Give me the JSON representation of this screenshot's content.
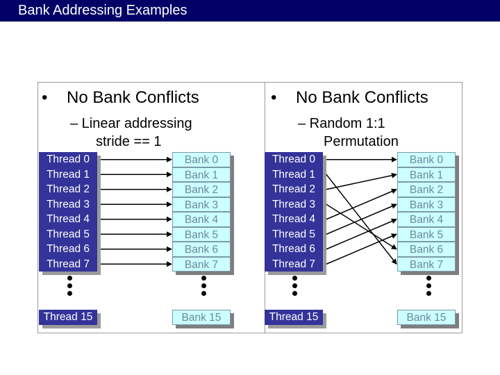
{
  "title": "Bank Addressing Examples",
  "left_panel": {
    "heading": "No Bank Conflicts",
    "sub_line1": "– Linear addressing",
    "sub_line2": "stride == 1",
    "threads": [
      "Thread 0",
      "Thread 1",
      "Thread 2",
      "Thread 3",
      "Thread 4",
      "Thread 5",
      "Thread 6",
      "Thread 7"
    ],
    "banks": [
      "Bank 0",
      "Bank 1",
      "Bank 2",
      "Bank 3",
      "Bank 4",
      "Bank 5",
      "Bank 6",
      "Bank 7"
    ],
    "thread_last": "Thread 15",
    "bank_last": "Bank 15",
    "mapping": [
      0,
      1,
      2,
      3,
      4,
      5,
      6,
      7
    ]
  },
  "right_panel": {
    "heading": "No Bank Conflicts",
    "sub_line1": "– Random 1:1",
    "sub_line2": "Permutation",
    "threads": [
      "Thread 0",
      "Thread 1",
      "Thread 2",
      "Thread 3",
      "Thread 4",
      "Thread 5",
      "Thread 6",
      "Thread 7"
    ],
    "banks": [
      "Bank 0",
      "Bank 1",
      "Bank 2",
      "Bank 3",
      "Bank 4",
      "Bank 5",
      "Bank 6",
      "Bank 7"
    ],
    "thread_last": "Thread 15",
    "bank_last": "Bank 15",
    "mapping": [
      0,
      7,
      1,
      6,
      2,
      3,
      4,
      5
    ]
  },
  "colors": {
    "title_bar": "#000066",
    "thread_fill": "#333399",
    "bank_fill": "#ccffff",
    "arrow": "#000000"
  }
}
